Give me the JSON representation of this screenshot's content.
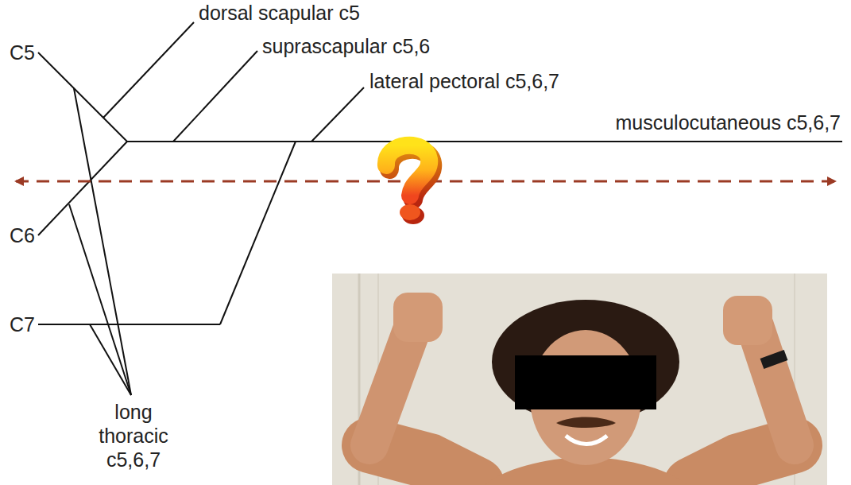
{
  "diagram": {
    "labels": [
      "C5",
      "C6",
      "C7",
      "dorsal scapular c5",
      "suprascapular c5,6",
      "lateral pectoral c5,6,7",
      "musculocutaneous c5,6,7",
      "long thoracic c5,6,7"
    ]
  }
}
